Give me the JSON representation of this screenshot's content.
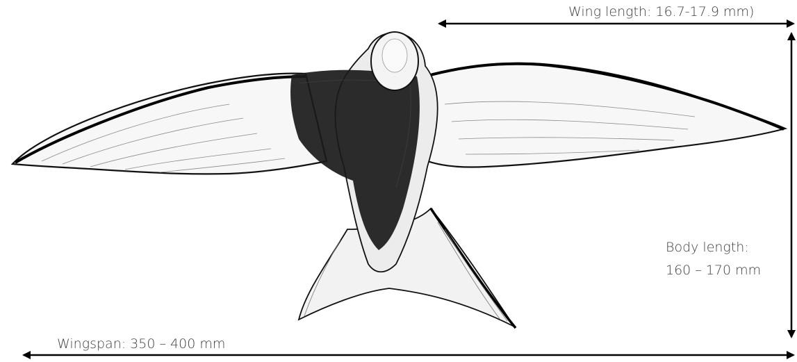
{
  "figure": {
    "subject_icon": "swift-bird-sketch",
    "ink_color": "#111111",
    "label_color": "#404040"
  },
  "labels": {
    "wing_length": "Wing length: 16.7-17.9 mm)",
    "body_length_line1": "Body length:",
    "body_length_line2": "160 – 170 mm",
    "wingspan": "Wingspan: 350 – 400 mm"
  }
}
